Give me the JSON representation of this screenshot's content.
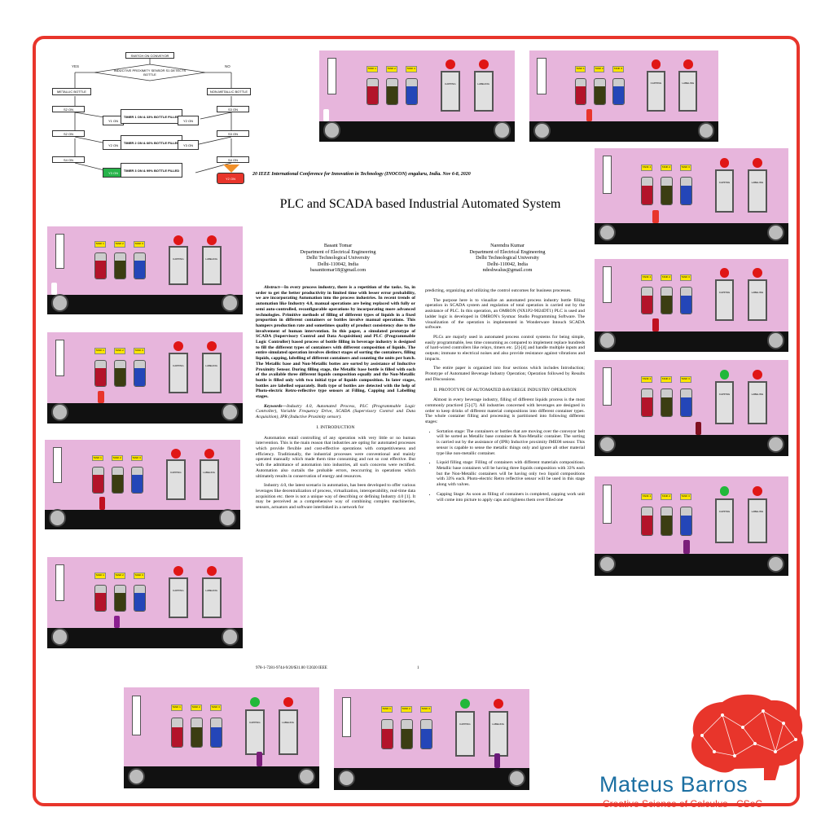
{
  "flowchart": {
    "start": "SWITCH ON CONVEYOR",
    "decision": "INDUCTIVE PROXIMITY SENSOR S1 DETECTS BOTTLE",
    "yes": "YES",
    "no": "NO",
    "metallic": "METALLIC BOTTLE",
    "non_metallic": "NON-METALLIC BOTTLE",
    "s2_on": "S2 ON",
    "s3_on": "S3 ON",
    "s4_on": "S4 ON",
    "y1_on": "Y1 ON",
    "y2_on": "Y2 ON",
    "y3_on": "Y3 ON",
    "timer1": "TIMER 1 ON & 33% BOTTLE FILLED",
    "timer2": "TIMER 2 ON & 66% BOTTLE FILLED",
    "timer3": "TIMER 3 ON & 99% BOTTLE FILLED"
  },
  "scada": {
    "tank_labels": [
      "TANK 1",
      "TANK 2",
      "TANK 3"
    ],
    "machine_labels": [
      "CAPPING",
      "LABELING"
    ],
    "colors": {
      "tank1": "#b3132a",
      "tank2": "#3b3d12",
      "tank3": "#2446b8",
      "lamp_red": "#e01616",
      "lamp_green": "#21b83a",
      "panel": "#e7b5dc"
    }
  },
  "paper": {
    "conference": "20 IEEE International Conference for Innovation in Technology (INOCON) engaluru, India. Nov 6-8, 2020",
    "title": "PLC and SCADA based Industrial Automated System",
    "author1": {
      "name": "Basant Tomar",
      "dept": "Department of Electrical Engineering",
      "univ": "Delhi Technological University",
      "city": "Delhi-110042, India",
      "email": "basanttomar18@gmail.com"
    },
    "author2": {
      "name": "Narendra Kumar",
      "dept": "Department of Electrical Engineering",
      "univ": "Delhi Technological University",
      "city": "Delhi-110042, India",
      "email": "ndeshwalus@gmail.com"
    },
    "abstract_label": "Abstract—",
    "abstract": "In every process industry, there is a repetition of the tasks. So, in order to get the better productivity in limited time with lesser error probability, we are incorporating Automation into the process industries. In recent trends of automation like Industry 4.0, manual operations are being replaced with fully or semi auto-controlled, reconfigurable operations by incorporating more advanced technologies. Primitive methods of filling of different types of liquids in a fixed proportion in different containers or bottles involve manual operations. This hampers production rate and sometimes quality of product consistency due to the involvement of human intervention. In this paper, a simulated prototype of SCADA (Supervisory Control and Data Acquisition) and PLC (Programmable Logic Controller) based process of bottle filling in beverage industry is designed to fill the different types of containers with different composition of liquids. The entire simulated operation involves distinct stages of sorting the containers, filling liquids, capping, labelling of different containers and counting the units per batch. The Metallic base and Non-Metallic bottes are sorted by assistance of Inductive Proximity Sensor. During filling stage, the Metallic base bottle is filled with each of the available three different liquids composition equally and the Non-Metallic bottle is filled only with two initial type of liquids composition. In later stages, bottles are labelled separately. Both type of bottles are detected with the help of Photo-electric Retro-reflective type sensors at Filling, Capping and Labelling stages.",
    "keywords_label": "Keywords—",
    "keywords": "Industry 4.0, Automated Process, PLC (Programmable Logic Controller), Variable Frequency Drive, SCADA (Supervisory Control and Data Acquisition), IPR (Inductive Proximity sensor).",
    "intro_heading": "I. INTRODUCTION",
    "intro_p1": "Automation entail controlling of any operation with very little or no human intervention. This is the main reason that industries are opting for automated processes which provide flexible and cost-effective operations with competitiveness and efficiency. Traditionally, the industrial processes were conventional and mainly operated manually which made them time consuming and not so cost effective. But with the admittance of automation into industries, all such concerns were rectified. Automation also curtails the probable errors, reoccurring in operations which ultimately results in conservation of energy and resources.",
    "intro_p2": "Industry 4.0, the latest scenario in automation, has been developed to offer various leverages like decentralization of process, virtualization, interoperability, real-time data acquisition etc. there is not a unique way of describing or defining Industry 4.0 [1]. It may be perceived as a comprehensive way of combining complex machineries, sensors, actuators and software interlinked in a network for",
    "right_p1": "predicting, organizing and utilizing the control outcomes for business processes.",
    "right_p2": "The purpose here is to visualize an automated process industry bottle filling operation in SCADA system and regulation of total operation is carried out by the assistance of PLC. In this operation, an OMRON (NX1P2-9024DT1) PLC is used and ladder logic is developed in OMRON's Sysmac Studio Programming Software. The visualization of the operation is implemented in Wonderware Intouch SCADA software.",
    "right_p3": "PLCs are majorly used in automated process control systems for being simple, easily programmable, less time consuming as compared to implement replace hundreds of hard-wired controllers like relays, timers etc. [2]-[4] and handle multiple inputs and outputs; immune to electrical noises and also provide resistance against vibrations and impacts.",
    "right_p4": "The entire paper is organized into four sections which includes Introduction; Prototype of Automated Beverage Industry Operation; Operation followed by Results and Discussions.",
    "sec2_heading": "II. PROTOTYPE OF AUTOMATED BAVEREGE INDUSTRY OPERATION",
    "sec2_p1": "Almost in every beverage industry, filling of different liquids process is the most commonly practiced [5]-[7]. All industries concerned with beverages are designed in order to keep drinks of different material compositions into different container types. The whole container filling and processing is partitioned into following different stages:",
    "bullets": [
      "Sortation stage: The containers or bottles that are moving over the conveyor belt will be sorted as Metallic base container & Non-Metallic container. The sorting is carried out by the assistance of (IPR) Inductive proximity IME08 sensor. This sensor is capable to sense the metallic things only and ignore all other material type like non-metallic container.",
      "Liquid filling stage: Filling of containers with different materials compositions. Metallic base containers will be having three liquids composition with 33% each but the Non-Metallic containers will be having only two liquid compositions with 33% each. Photo-electric Retro reflective sensor will be used in this stage along with valves.",
      "Capping Stage: As soon as filling of containers is completed, capping work unit will come into picture to apply caps and tightens them over filled one"
    ],
    "footer_left": "978-1-7281-9744-9/20/$31.00 ©2020 IEEE",
    "footer_page": "1"
  },
  "brand": {
    "name": "Mateus Barros",
    "subtitle": "Creative Science of Calculus - CSoC"
  }
}
